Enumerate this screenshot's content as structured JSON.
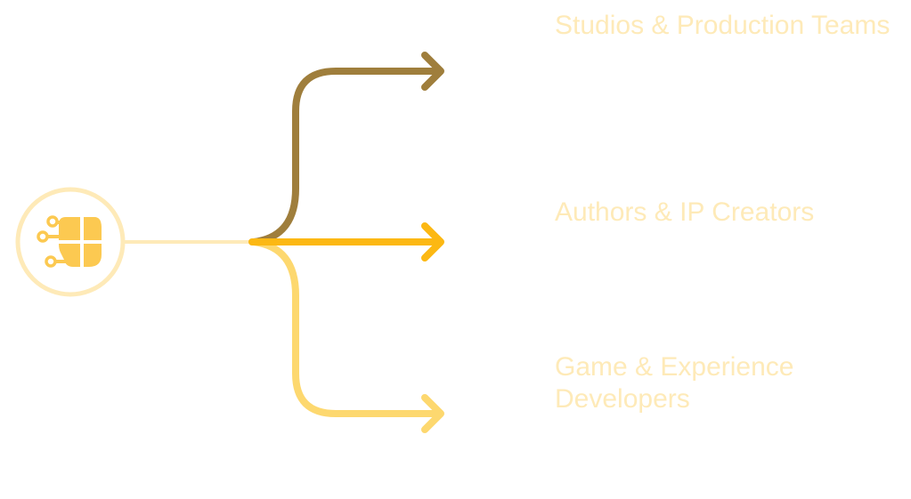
{
  "colors": {
    "hub_ring": "#FEEAB8",
    "hub_icon": "#FCC951",
    "connector": "#FEEAB8",
    "label_text": "#FEEAB8"
  },
  "hub": {
    "icon": "ai-brain-icon"
  },
  "branches": [
    {
      "label": "Studios & Production Teams",
      "color": "#9F7E3C",
      "icon": "arrow-right-icon"
    },
    {
      "label": "Authors & IP Creators",
      "color": "#FCB813",
      "icon": "arrow-right-icon"
    },
    {
      "label": "Game & Experience Developers",
      "color": "#FDD86F",
      "icon": "arrow-right-icon"
    }
  ]
}
